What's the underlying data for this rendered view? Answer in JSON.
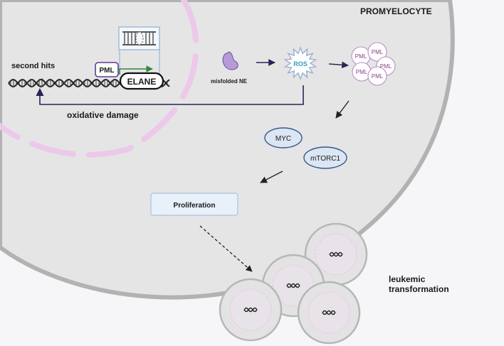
{
  "cell": {
    "title": "PROMYELOCYTE"
  },
  "dna": {
    "second_hits_label": "second hits",
    "pml_label": "PML",
    "gene_label": "ELANE",
    "damage_label": "oxidative damage"
  },
  "misfolded": {
    "label": "misfolded NE"
  },
  "ros": {
    "label": "ROS"
  },
  "pml_cluster": {
    "labels": [
      "PML",
      "PML",
      "PML",
      "PML",
      "PML"
    ]
  },
  "signaling": {
    "myc_label": "MYC",
    "mtorc1_label": "mTORC1",
    "proliferation_label": "Proliferation"
  },
  "outcome": {
    "line1": "leukemic",
    "line2": "transformation"
  },
  "colors": {
    "cell_fill": "#e6e5e6",
    "cell_border": "#b3b2b3",
    "nucleus_envelope": "#ecc9ea",
    "pml_purple": "#5b3c96",
    "pml_fill": "#e7c8ec",
    "ros_teal": "#2f9fb6",
    "arrow": "#2d2356",
    "blue_fill": "#dbe6f2",
    "blue_stroke": "#36598c",
    "green_arrow": "#2f8a3a"
  }
}
